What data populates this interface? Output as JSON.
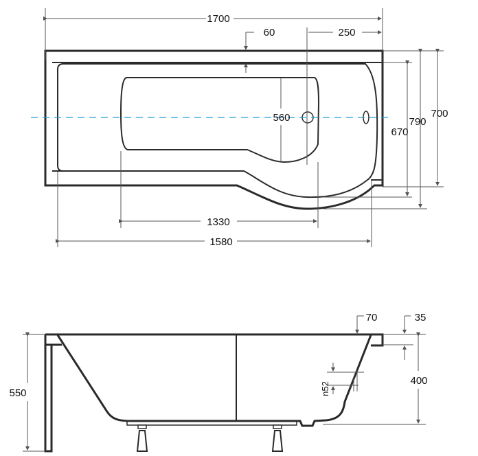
{
  "top_view": {
    "dimensions": {
      "overall_length": "1700",
      "rim_offset": "60",
      "drain_offset": "250",
      "inner_width": "560",
      "basin_width": "670",
      "max_depth": "790",
      "width": "700",
      "inner_length": "1330",
      "basin_length": "1580"
    },
    "centerline_color": "#1e9fd8"
  },
  "side_view": {
    "dimensions": {
      "total_height": "550",
      "basin_height": "400",
      "rim_70": "70",
      "rim_35": "35",
      "overflow": "n52"
    }
  }
}
